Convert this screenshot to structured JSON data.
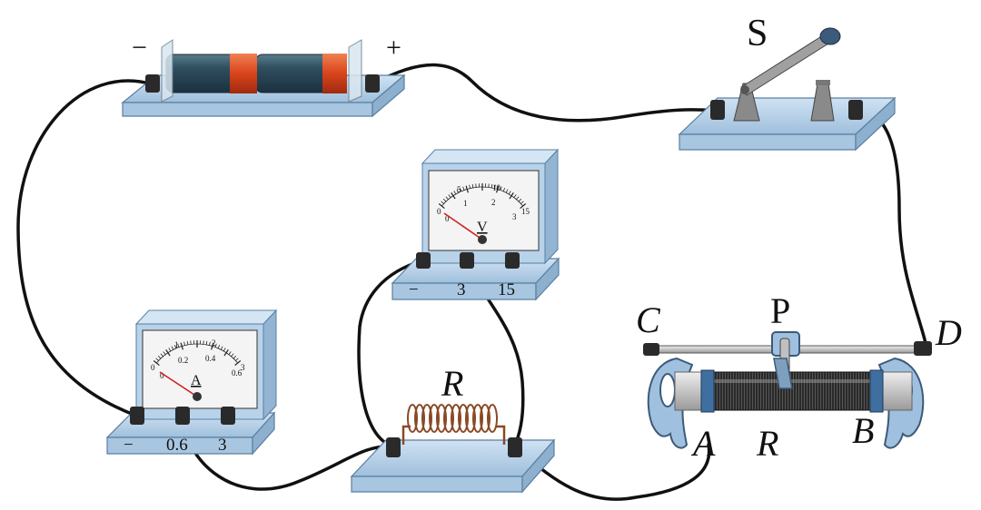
{
  "battery": {
    "minus": "−",
    "plus": "+"
  },
  "switch": {
    "label": "S"
  },
  "voltmeter": {
    "symbol": "V",
    "outer_scale": [
      "0",
      "5",
      "10",
      "15"
    ],
    "inner_scale": [
      "0",
      "1",
      "2",
      "3"
    ],
    "terminals": [
      "−",
      "3",
      "15"
    ],
    "needle_value": 0
  },
  "ammeter": {
    "symbol": "A",
    "outer_scale": [
      "0",
      "1",
      "2",
      "3"
    ],
    "inner_scale": [
      "0",
      "0.2",
      "0.4",
      "0.6"
    ],
    "terminals": [
      "−",
      "0.6",
      "3"
    ],
    "needle_value": 0
  },
  "resistor": {
    "label": "R"
  },
  "rheostat": {
    "slider": "P",
    "end_c": "C",
    "end_d": "D",
    "end_a": "A",
    "end_b": "B",
    "coil": "R"
  }
}
